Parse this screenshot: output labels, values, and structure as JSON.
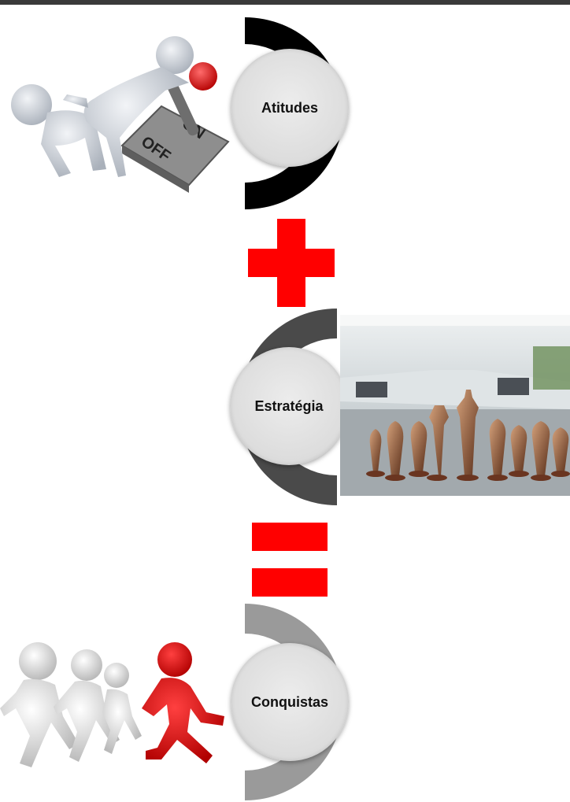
{
  "steps": [
    {
      "label": "Atitudes",
      "icon": "switch-figure-icon"
    },
    {
      "label": "Estratégia",
      "icon": "chess-boardroom-image"
    },
    {
      "label": "Conquistas",
      "icon": "running-figures-icon"
    }
  ],
  "operators": {
    "plus": {
      "icon": "plus-icon",
      "color": "#ff0000"
    },
    "equals": {
      "icon": "equals-icon",
      "color": "#ff0000"
    }
  },
  "colors": {
    "ring_1": "#000000",
    "ring_2": "#4a4a4a",
    "ring_3": "#9a9a9a",
    "accent": "#ff0000"
  }
}
